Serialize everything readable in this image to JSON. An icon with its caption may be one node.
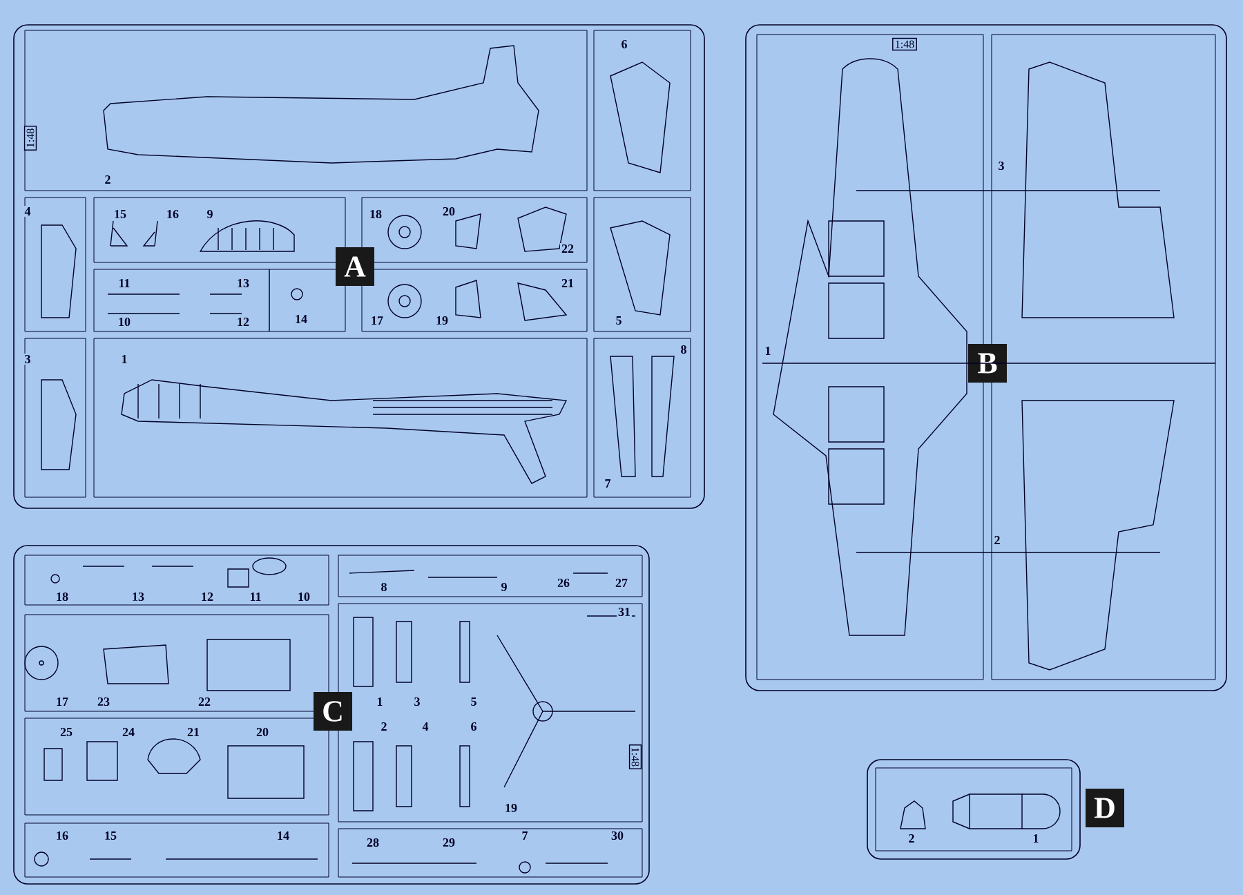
{
  "diagram": {
    "nodes": [
      {
        "text": [
          "A",
          "1:48"
        ]
      },
      {
        "text": [
          "B",
          "1:48"
        ]
      },
      {
        "text": [
          "C",
          "1:48"
        ]
      },
      {
        "text": [
          "D"
        ]
      }
    ],
    "labels": [
      "6",
      "2",
      "4",
      "15",
      "16",
      "9",
      "18",
      "20",
      "22",
      "11",
      "13",
      "21",
      "10",
      "12",
      "14",
      "17",
      "19",
      "5",
      "3",
      "1",
      "8",
      "7",
      "3",
      "1",
      "2",
      "18",
      "13",
      "12",
      "11",
      "10",
      "8",
      "9",
      "26",
      "27",
      "31",
      "17",
      "23",
      "22",
      "1",
      "3",
      "5",
      "25",
      "24",
      "21",
      "20",
      "2",
      "4",
      "6",
      "19",
      "16",
      "15",
      "14",
      "28",
      "29",
      "7",
      "30",
      "2",
      "1"
    ]
  }
}
